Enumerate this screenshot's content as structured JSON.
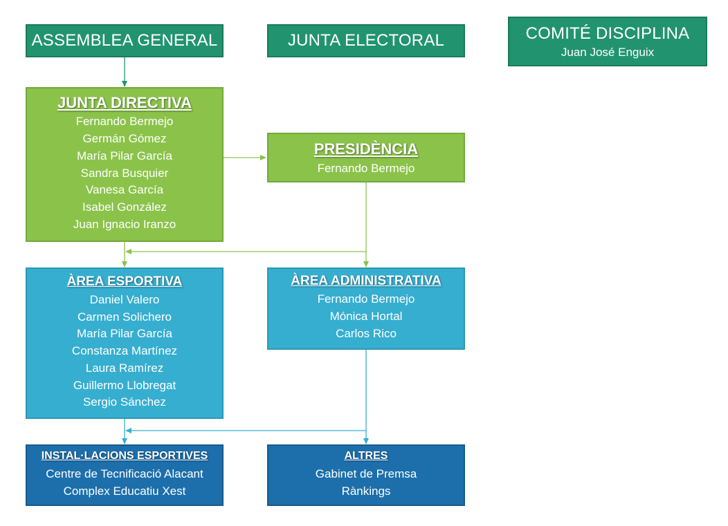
{
  "assemblea": {
    "title": "ASSEMBLEA GENERAL"
  },
  "junta_electoral": {
    "title": "JUNTA ELECTORAL"
  },
  "comite": {
    "title": "COMITÉ DISCIPLINA",
    "member": "Juan José Enguix"
  },
  "junta_directiva": {
    "title": "JUNTA DIRECTIVA",
    "members": [
      "Fernando Bermejo",
      "Germán Gómez",
      "María Pilar García",
      "Sandra Busquier",
      "Vanesa García",
      "Isabel González",
      "Juan Ignacio Iranzo"
    ]
  },
  "presidencia": {
    "title": "PRESIDÈNCIA",
    "members": [
      "Fernando Bermejo"
    ]
  },
  "area_esportiva": {
    "title": "ÀREA ESPORTIVA",
    "members": [
      "Daniel Valero",
      "Carmen Solichero",
      "María Pilar García",
      "Constanza Martínez",
      "Laura Ramírez",
      "Guillermo Llobregat",
      "Sergio Sánchez"
    ]
  },
  "area_administrativa": {
    "title": "ÀREA ADMINISTRATIVA",
    "members": [
      "Fernando Bermejo",
      "Mónica Hortal",
      "Carlos Rico"
    ]
  },
  "installacions": {
    "title": "INSTAL·LACIONS ESPORTIVES",
    "members": [
      "Centre de Tecnificació Alacant",
      "Complex Educatiu Xest"
    ]
  },
  "altres": {
    "title": "ALTRES",
    "members": [
      "Gabinet de Premsa",
      "Rànkings"
    ]
  },
  "colors": {
    "dark_green": "#21946f",
    "lime": "#8bc34a",
    "cyan": "#36aed0",
    "navy": "#1d6fab"
  }
}
